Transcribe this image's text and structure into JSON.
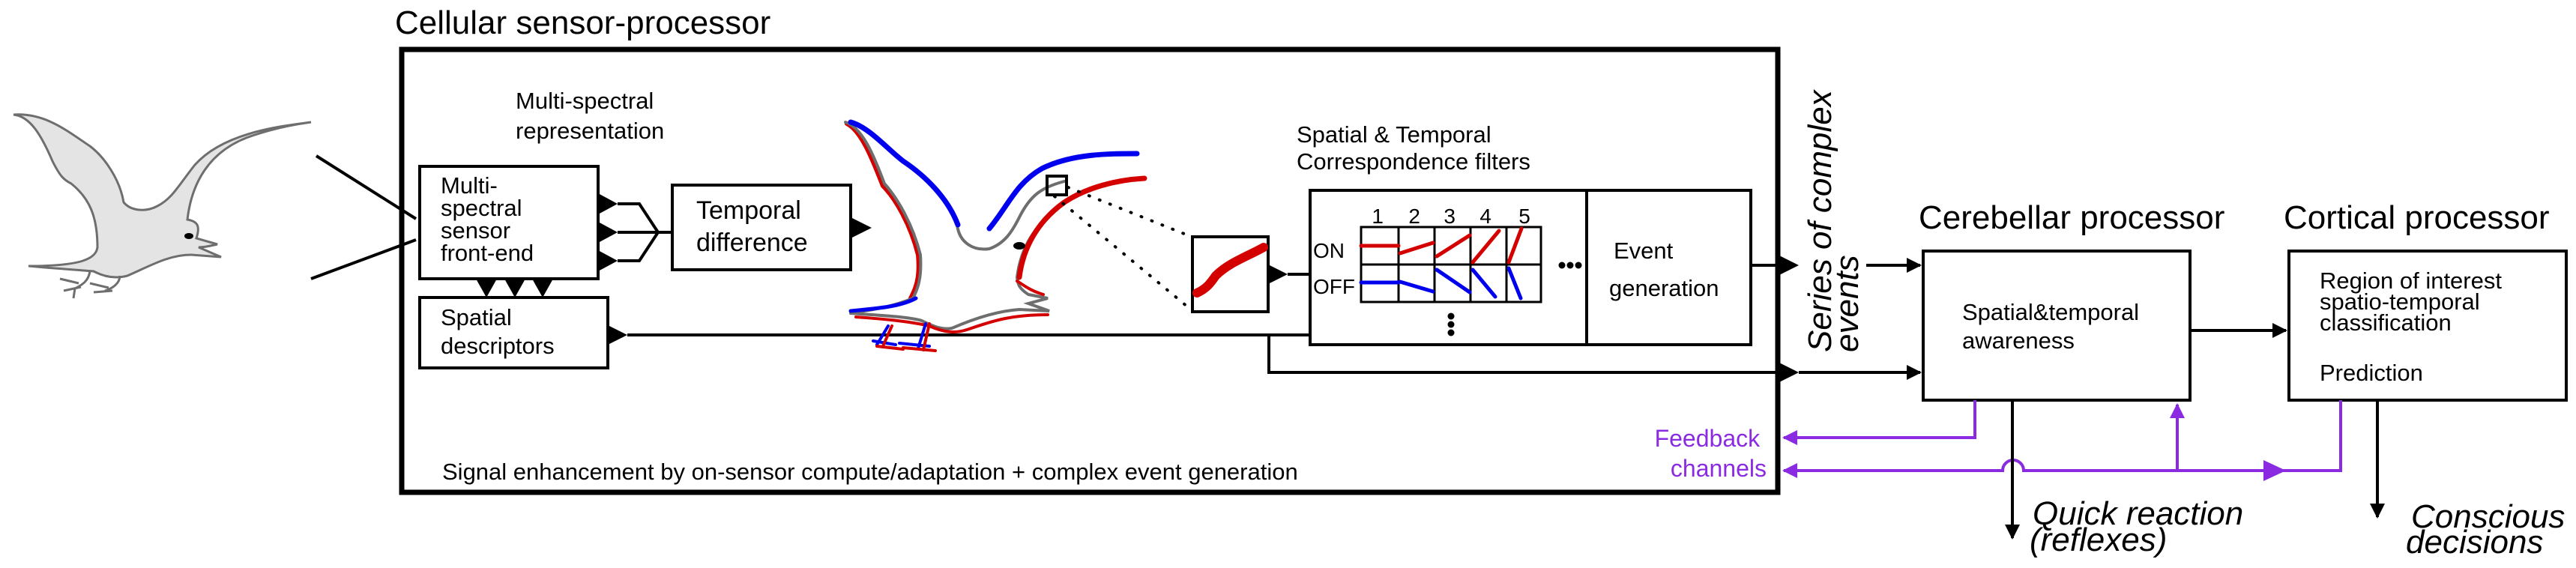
{
  "diagram": {
    "titles": {
      "cellular": "Cellular sensor-processor",
      "cerebellar": "Cerebellar processor",
      "cortical": "Cortical processor"
    },
    "cellular": {
      "multispectral_rep": [
        "Multi-spectral",
        "representation"
      ],
      "sensor_box": [
        "Multi-",
        "spectral",
        "sensor",
        "front-end"
      ],
      "temporal_box": [
        "Temporal",
        "difference"
      ],
      "spatial_box": [
        "Spatial",
        "descriptors"
      ],
      "filters_title": [
        "Spatial & Temporal",
        "Correspondence filters"
      ],
      "filter_columns": [
        "1",
        "2",
        "3",
        "4",
        "5"
      ],
      "filter_rows": [
        "ON",
        "OFF"
      ],
      "ellipsis_h": "•••",
      "event_box": [
        "Event",
        "generation"
      ],
      "footer": "Signal enhancement by on-sensor compute/adaptation + complex event generation"
    },
    "series_label": [
      "Series of complex",
      "events"
    ],
    "cerebellar_box": [
      "Spatial&temporal",
      "awareness"
    ],
    "cortical_box": [
      "Region of interest",
      "spatio-temporal",
      "classification",
      "Prediction"
    ],
    "feedback_label": [
      "Feedback",
      "channels"
    ],
    "outputs": {
      "quick": [
        "Quick reaction",
        "(reflexes)"
      ],
      "conscious": [
        "Conscious",
        "decisions"
      ]
    },
    "colors": {
      "on": "#d40000",
      "off": "#0000ee",
      "feedback": "#8a2be2",
      "bird_fill": "#e4e4e4",
      "bird_stroke": "#6e6e6e"
    }
  }
}
